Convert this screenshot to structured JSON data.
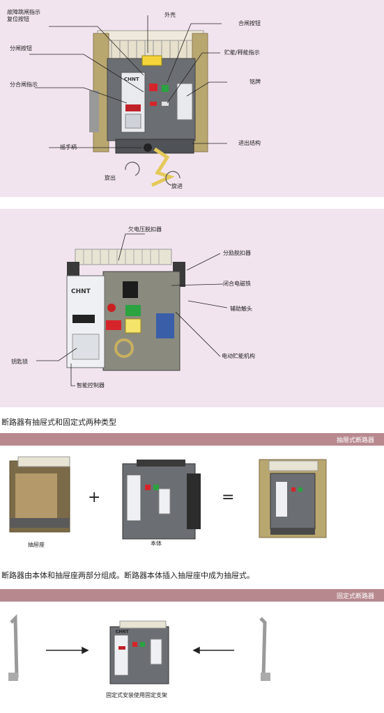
{
  "panel1": {
    "labels": {
      "fault_reset": "故障跳闸指示\n复位按钮",
      "open_button": "分闸按钮",
      "open_close_indicator": "分合闸指示",
      "crank_handle": "摇手柄",
      "housing": "外壳",
      "close_button": "合闸按钮",
      "energy_indicator": "贮能/释能指示",
      "nameplate": "铭牌",
      "in_out_mechanism": "进出结构",
      "rotate_out": "旋出",
      "rotate_in": "旋进"
    },
    "brand": "CHNT"
  },
  "panel2": {
    "labels": {
      "undervoltage_release": "欠电压脱扣器",
      "shunt_release": "分励脱扣器",
      "closing_magnet": "闭合电磁铁",
      "aux_contact": "辅助触头",
      "motor_mechanism": "电动贮能机构",
      "key_lock": "钥匙锁",
      "smart_controller": "智能控制器"
    },
    "brand": "CHNT"
  },
  "text1": "断路器有抽屉式和固定式两种类型",
  "bar1": "抽屉式断路器",
  "drawer": {
    "plus": "+",
    "equals": "=",
    "base_label": "抽屉座",
    "body_label": "本体"
  },
  "text2": "断路器由本体和抽屉座两部分组成。断路器本体插入抽屉座中成为抽屉式。",
  "bar2": "固定式断路器",
  "fixed": {
    "caption": "固定式安装使用固定支架",
    "brand": "CHNT"
  },
  "colors": {
    "panel_bg": "#f2e4ef",
    "bar_bg": "#b7898f",
    "device_gray": "#6b6e72",
    "terminal": "#e8e4d4",
    "green": "#2aa340",
    "red": "#d6252a"
  }
}
